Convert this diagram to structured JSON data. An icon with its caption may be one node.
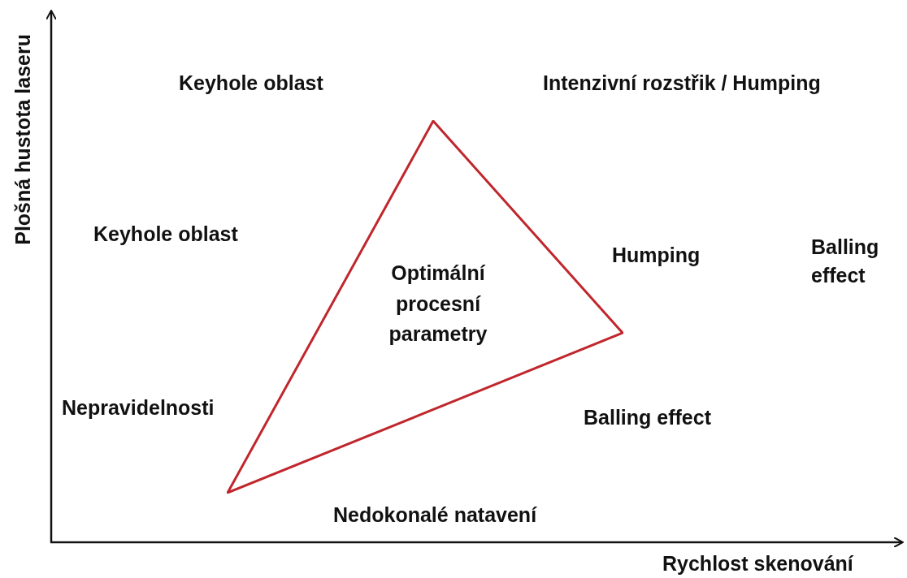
{
  "diagram": {
    "nodes": [
      {
        "text": [
          "Optimální procesní parametry"
        ]
      }
    ],
    "labels": [
      "Keyhole oblast",
      "Intenzivní rozstřik / Humping",
      "Keyhole oblast",
      "Humping",
      "Balling effect",
      "Nepravidelnosti",
      "Balling effect",
      "Nedokonalé natavení",
      "Plošná hustota laseru",
      "Rychlost skenování"
    ]
  }
}
